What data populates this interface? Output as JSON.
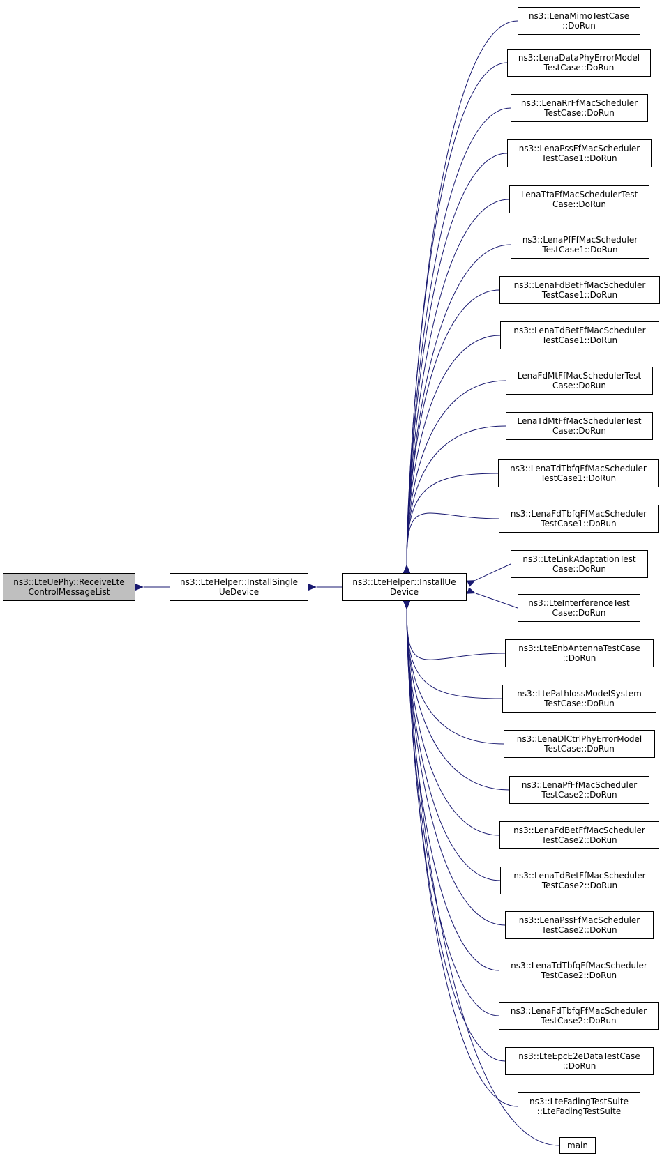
{
  "nodes": {
    "receive": {
      "lines": [
        "ns3::LteUePhy::ReceiveLte",
        "ControlMessageList"
      ]
    },
    "single": {
      "lines": [
        "ns3::LteHelper::InstallSingle",
        "UeDevice"
      ]
    },
    "installue": {
      "lines": [
        "ns3::LteHelper::InstallUe",
        "Device"
      ]
    }
  },
  "callers": [
    {
      "lines": [
        "ns3::LenaMimoTestCase",
        "::DoRun"
      ]
    },
    {
      "lines": [
        "ns3::LenaDataPhyErrorModel",
        "TestCase::DoRun"
      ]
    },
    {
      "lines": [
        "ns3::LenaRrFfMacScheduler",
        "TestCase::DoRun"
      ]
    },
    {
      "lines": [
        "ns3::LenaPssFfMacScheduler",
        "TestCase1::DoRun"
      ]
    },
    {
      "lines": [
        "LenaTtaFfMacSchedulerTest",
        "Case::DoRun"
      ]
    },
    {
      "lines": [
        "ns3::LenaPfFfMacScheduler",
        "TestCase1::DoRun"
      ]
    },
    {
      "lines": [
        "ns3::LenaFdBetFfMacScheduler",
        "TestCase1::DoRun"
      ]
    },
    {
      "lines": [
        "ns3::LenaTdBetFfMacScheduler",
        "TestCase1::DoRun"
      ]
    },
    {
      "lines": [
        "LenaFdMtFfMacSchedulerTest",
        "Case::DoRun"
      ]
    },
    {
      "lines": [
        "LenaTdMtFfMacSchedulerTest",
        "Case::DoRun"
      ]
    },
    {
      "lines": [
        "ns3::LenaTdTbfqFfMacScheduler",
        "TestCase1::DoRun"
      ]
    },
    {
      "lines": [
        "ns3::LenaFdTbfqFfMacScheduler",
        "TestCase1::DoRun"
      ]
    },
    {
      "lines": [
        "ns3::LteLinkAdaptationTest",
        "Case::DoRun"
      ]
    },
    {
      "lines": [
        "ns3::LteInterferenceTest",
        "Case::DoRun"
      ]
    },
    {
      "lines": [
        "ns3::LteEnbAntennaTestCase",
        "::DoRun"
      ]
    },
    {
      "lines": [
        "ns3::LtePathlossModelSystem",
        "TestCase::DoRun"
      ]
    },
    {
      "lines": [
        "ns3::LenaDlCtrlPhyErrorModel",
        "TestCase::DoRun"
      ]
    },
    {
      "lines": [
        "ns3::LenaPfFfMacScheduler",
        "TestCase2::DoRun"
      ]
    },
    {
      "lines": [
        "ns3::LenaFdBetFfMacScheduler",
        "TestCase2::DoRun"
      ]
    },
    {
      "lines": [
        "ns3::LenaTdBetFfMacScheduler",
        "TestCase2::DoRun"
      ]
    },
    {
      "lines": [
        "ns3::LenaPssFfMacScheduler",
        "TestCase2::DoRun"
      ]
    },
    {
      "lines": [
        "ns3::LenaTdTbfqFfMacScheduler",
        "TestCase2::DoRun"
      ]
    },
    {
      "lines": [
        "ns3::LenaFdTbfqFfMacScheduler",
        "TestCase2::DoRun"
      ]
    },
    {
      "lines": [
        "ns3::LteEpcE2eDataTestCase",
        "::DoRun"
      ]
    },
    {
      "lines": [
        "ns3::LteFadingTestSuite",
        "::LteFadingTestSuite"
      ]
    },
    {
      "lines": [
        "main"
      ]
    }
  ],
  "colors": {
    "edge": "#191970",
    "focus_fill": "#bfbfbf",
    "node_border": "#000000",
    "background": "#ffffff"
  }
}
